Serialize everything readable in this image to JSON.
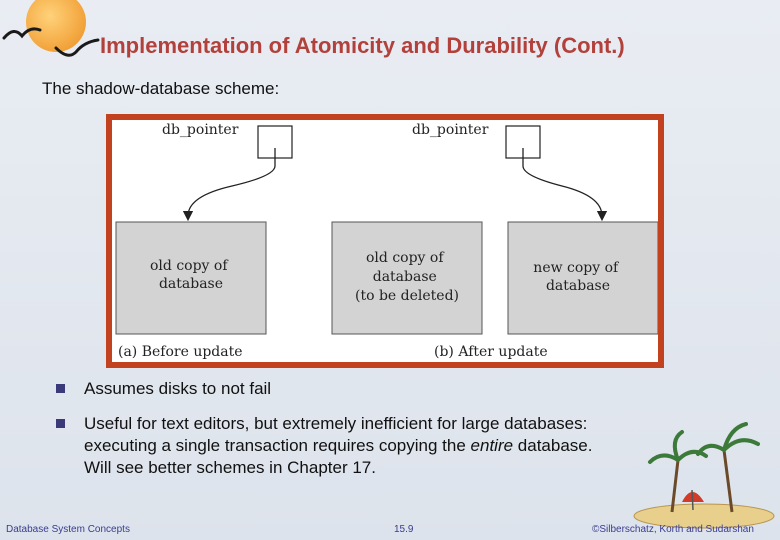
{
  "slide": {
    "title": "Implementation of Atomicity and Durability (Cont.)",
    "subtitle": "The shadow-database scheme:"
  },
  "figure": {
    "left_pointer_label": "db_pointer",
    "right_pointer_label": "db_pointer",
    "left_box_lines": [
      "old copy of",
      "database"
    ],
    "middle_box_lines": [
      "old copy of",
      "database",
      "(to be deleted)"
    ],
    "right_box_lines": [
      "new copy of",
      "database"
    ],
    "caption_a": "(a) Before update",
    "caption_b": "(b) After update",
    "border_color": "#c2421f",
    "box_color": "#d3d3d3"
  },
  "bullets": [
    "Assumes disks to not fail",
    "Useful for text editors, but extremely inefficient for large databases:",
    "executing a single transaction requires copying the",
    "entire",
    "database.",
    "Will see better schemes in Chapter 17."
  ],
  "footer": {
    "left": "Database System Concepts",
    "center": "15.9",
    "right": "©Silberschatz, Korth and Sudarshan"
  },
  "colors": {
    "title": "#b3413b",
    "footer": "#3b3b8f"
  }
}
